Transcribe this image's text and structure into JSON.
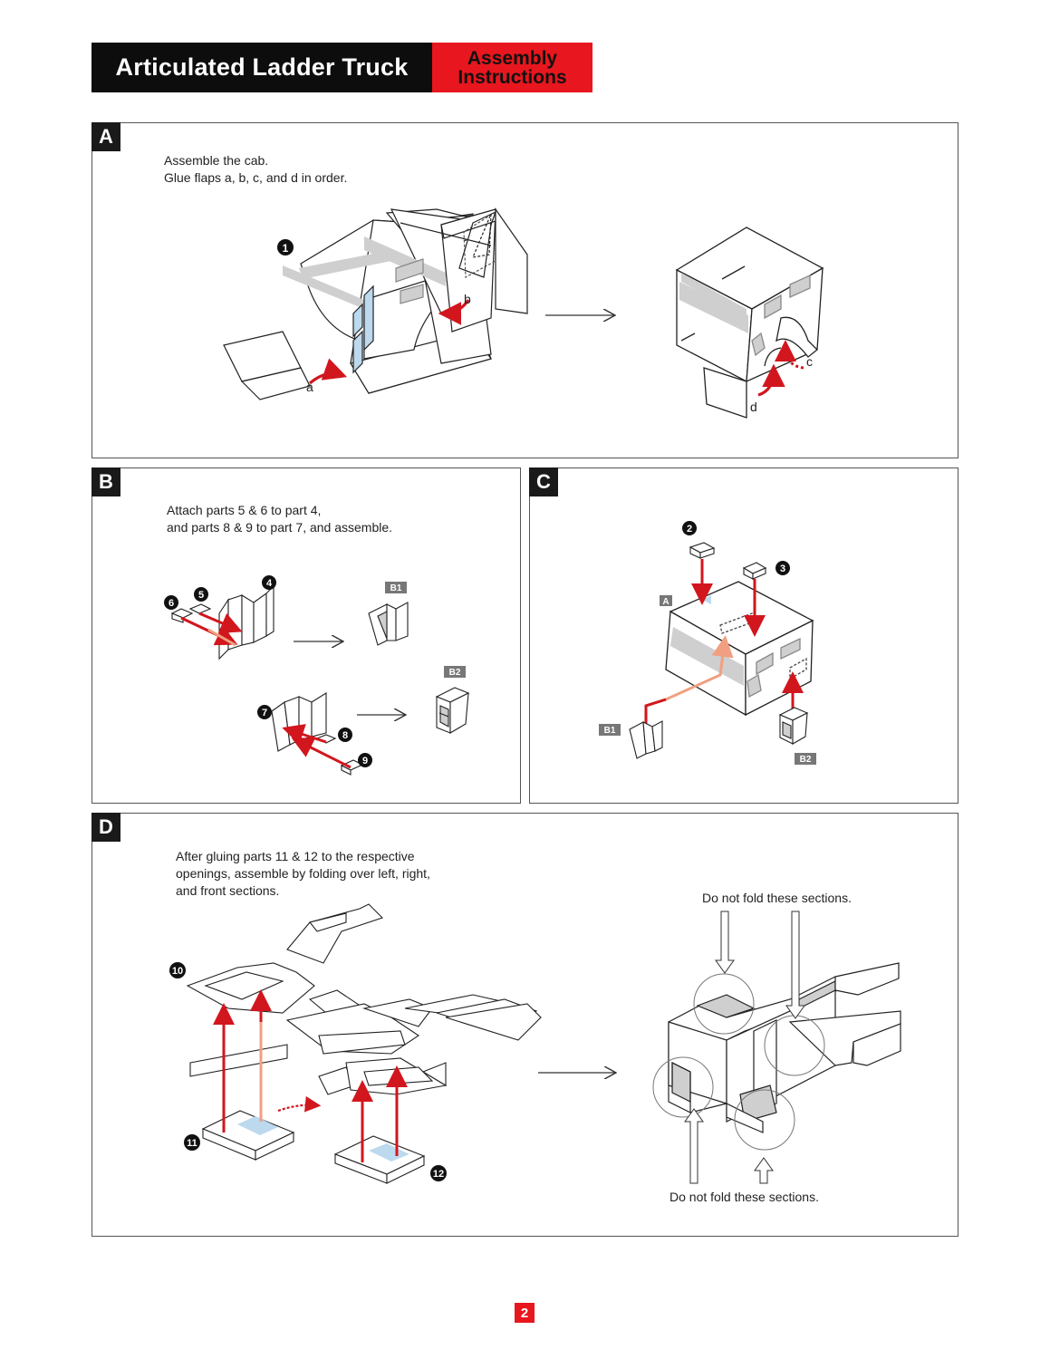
{
  "header": {
    "title": "Articulated Ladder Truck",
    "subtitle_line1": "Assembly",
    "subtitle_line2": "Instructions"
  },
  "colors": {
    "accent_red": "#e8161e",
    "header_black": "#0d0d0d",
    "glue_blue": "#bcd9ee",
    "shade_gray": "#cfcfcf"
  },
  "steps": {
    "A": {
      "letter": "A",
      "text": "Assemble the cab.\nGlue flaps a, b, c, and d in order.",
      "part": "1",
      "flaps": [
        "a",
        "b",
        "c",
        "d"
      ]
    },
    "B": {
      "letter": "B",
      "text": "Attach parts 5 & 6 to part 4,\nand parts 8 & 9 to part 7, and assemble.",
      "parts": [
        "4",
        "5",
        "6",
        "7",
        "8",
        "9"
      ],
      "results": [
        "B1",
        "B2"
      ]
    },
    "C": {
      "letter": "C",
      "parts": [
        "2",
        "3"
      ],
      "tags": [
        "A",
        "B1",
        "B2"
      ]
    },
    "D": {
      "letter": "D",
      "text": "After gluing parts 11 & 12 to the respective\nopenings, assemble by folding over left, right,\nand front sections.",
      "parts": [
        "10",
        "11",
        "12"
      ],
      "note_top": "Do not fold these sections.",
      "note_bottom": "Do not fold these sections."
    }
  },
  "page_number": "2"
}
